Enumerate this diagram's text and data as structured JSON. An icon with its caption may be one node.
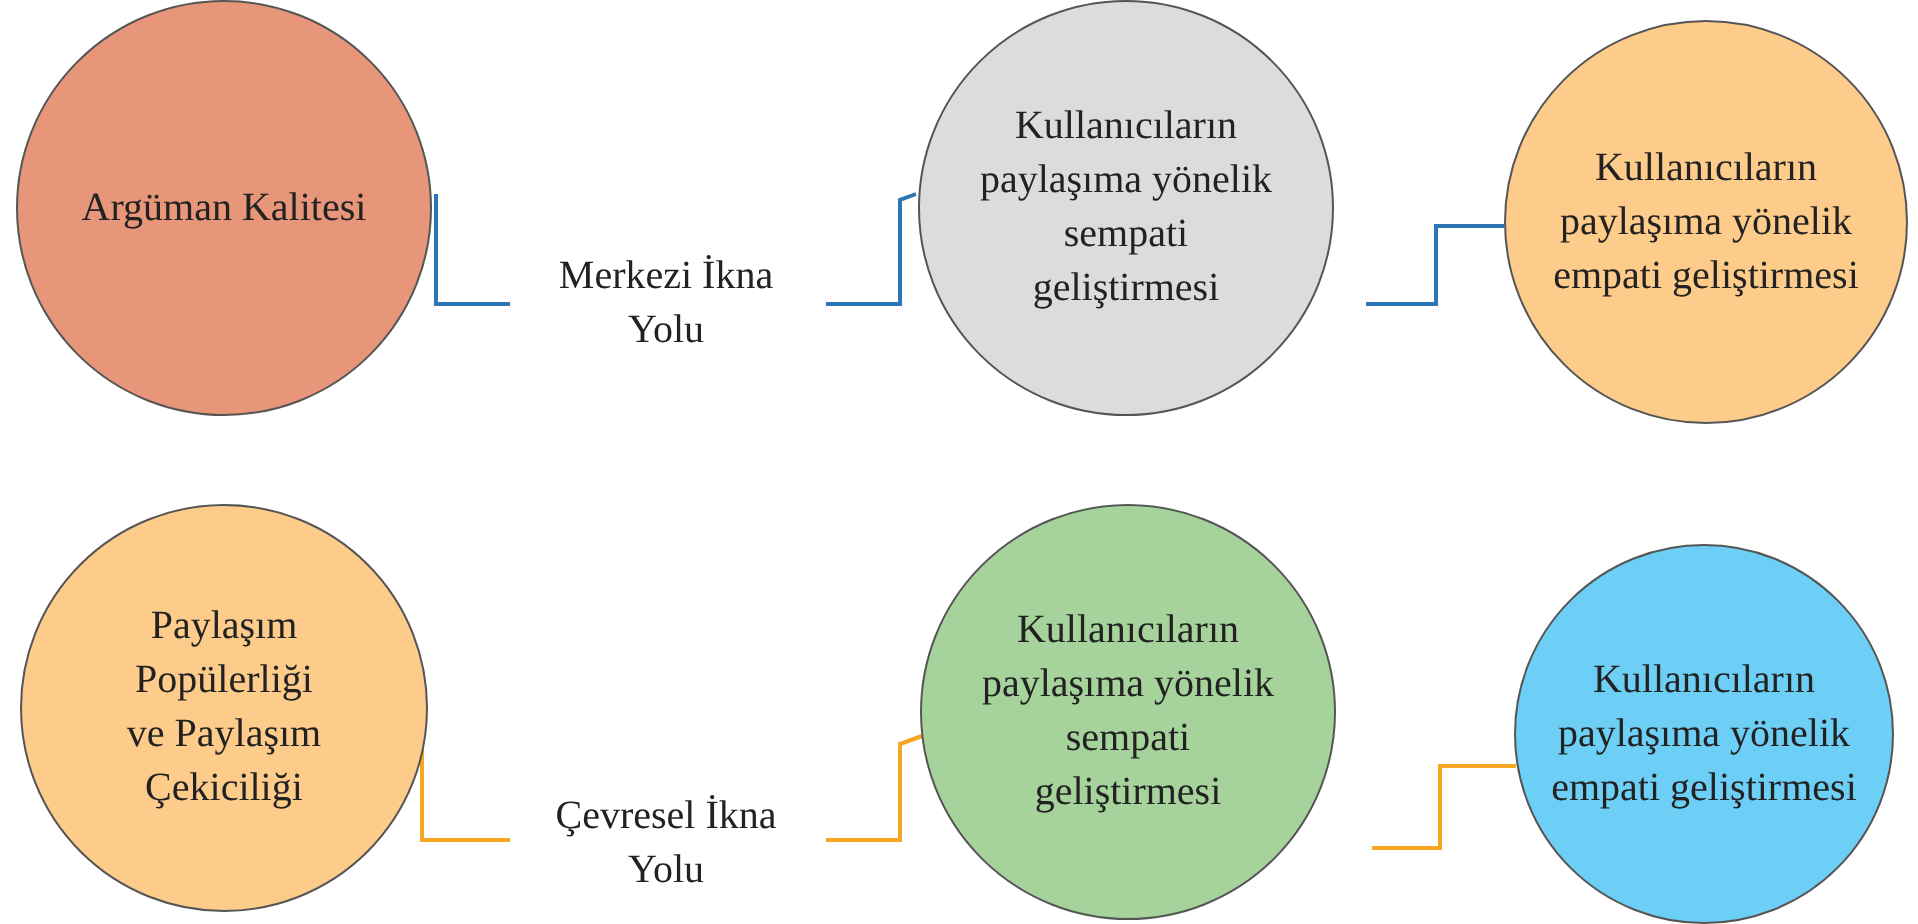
{
  "diagram": {
    "nodes": [
      {
        "text": [
          "Argüman Kalitesi"
        ]
      },
      {
        "text": [
          "Merkezi İkna Yolu"
        ]
      },
      {
        "text": [
          "Kullanıcıların paylaşıma yönelik sempati geliştirmesi"
        ]
      },
      {
        "text": [
          "Kullanıcıların paylaşıma yönelik empati geliştirmesi"
        ]
      },
      {
        "text": [
          "Paylaşım Popülerliği ve Paylaşım Çekiciliği"
        ]
      },
      {
        "text": [
          "Çevresel İkna Yolu"
        ]
      },
      {
        "text": [
          "Kullanıcıların paylaşıma yönelik sempati geliştirmesi"
        ]
      },
      {
        "text": [
          "Kullanıcıların paylaşıma yönelik empati geliştirmesi"
        ]
      }
    ],
    "edges": [
      {
        "from": 0,
        "to": 1,
        "arrow": "none",
        "color": "#2e75b6"
      },
      {
        "from": 1,
        "to": 2,
        "arrow": "none",
        "color": "#2e75b6"
      },
      {
        "from": 2,
        "to": 3,
        "arrow": "none",
        "color": "#2e75b6"
      },
      {
        "from": 4,
        "to": 5,
        "arrow": "none",
        "color": "#f5a623"
      },
      {
        "from": 5,
        "to": 6,
        "arrow": "none",
        "color": "#f5a623"
      },
      {
        "from": 6,
        "to": 7,
        "arrow": "none",
        "color": "#f5a623"
      }
    ]
  }
}
